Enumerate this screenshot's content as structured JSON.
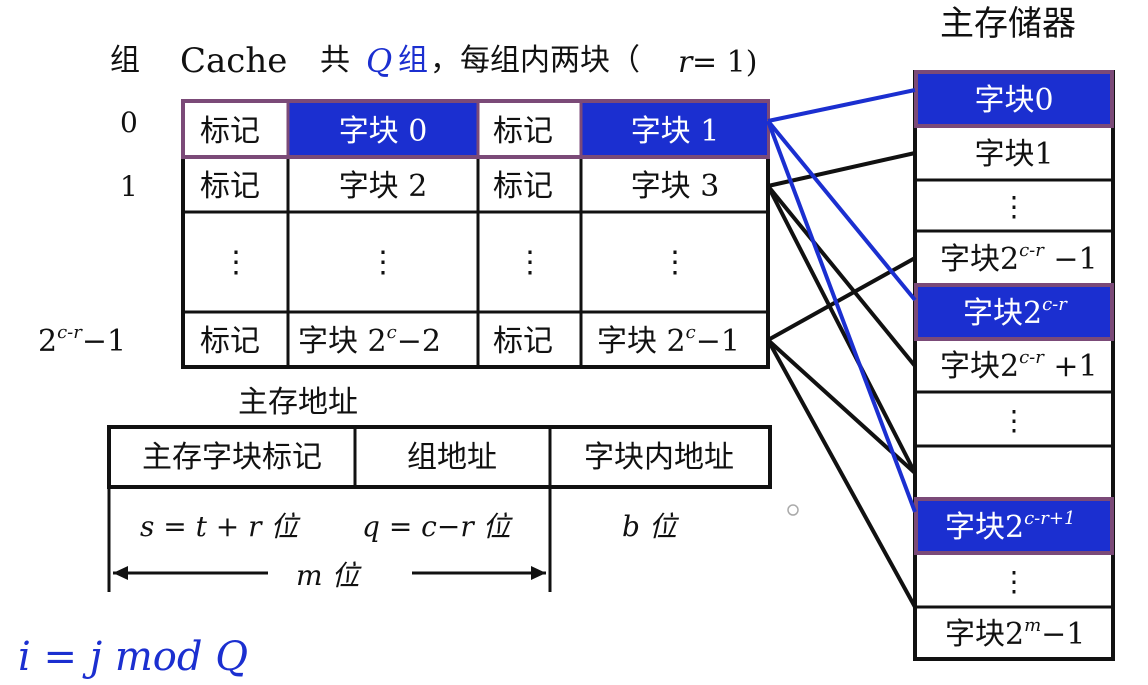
{
  "header": {
    "group_col_label": "组",
    "cache_label": "Cache",
    "desc_prefix": "共",
    "desc_q": "Q",
    "desc_group": "组",
    "desc_suffix": "，每组内两块（",
    "desc_r": "r",
    "desc_eq": " = 1)"
  },
  "memory_title": "主存储器",
  "cache_rows": [
    {
      "group": "0",
      "tag1": "标记",
      "block1": "字块 0",
      "tag2": "标记",
      "block2": "字块 1",
      "highlight": true
    },
    {
      "group": "1",
      "tag1": "标记",
      "block1": "字块 2",
      "tag2": "标记",
      "block2": "字块 3",
      "highlight": false
    },
    {
      "group": "",
      "tag1": "⋮",
      "block1": "⋮",
      "tag2": "⋮",
      "block2": "⋮",
      "highlight": false
    },
    {
      "group_base": "2",
      "group_sup": "c-r",
      "group_tail": "−1",
      "tag1": "标记",
      "block1_base": "字块 2",
      "block1_sup": "c",
      "block1_tail": "−2",
      "tag2": "标记",
      "block2_base": "字块 2",
      "block2_sup": "c",
      "block2_tail": "−1",
      "highlight": false
    }
  ],
  "memory_blocks": [
    {
      "base": "字块0",
      "sup": "",
      "tail": "",
      "highlight": true
    },
    {
      "base": "字块1",
      "sup": "",
      "tail": "",
      "highlight": false
    },
    {
      "base": "⋮",
      "sup": "",
      "tail": "",
      "highlight": false
    },
    {
      "base": "字块2",
      "sup": "c-r",
      "tail": " −1",
      "highlight": false
    },
    {
      "base": "字块2",
      "sup": "c-r",
      "tail": "",
      "highlight": true
    },
    {
      "base": "字块2",
      "sup": "c-r",
      "tail": " +1",
      "highlight": false
    },
    {
      "base": "⋮",
      "sup": "",
      "tail": "",
      "highlight": false
    },
    {
      "base": "",
      "sup": "",
      "tail": "",
      "highlight": false
    },
    {
      "base": "字块2",
      "sup": "c-r+1",
      "tail": "",
      "highlight": true
    },
    {
      "base": "⋮",
      "sup": "",
      "tail": "",
      "highlight": false
    },
    {
      "base": "字块2",
      "sup": "m",
      "tail": "−1",
      "highlight": false
    }
  ],
  "address": {
    "title": "主存地址",
    "field1": "主存字块标记",
    "field2": "组地址",
    "field3": "字块内地址",
    "width1": "s = t + r  位",
    "width2": "q = c−r 位",
    "width3": "b 位",
    "total": "m 位"
  },
  "formula": "i = j mod Q",
  "colors": {
    "highlight": "#1b2fd0",
    "border_highlight": "#7b4a78",
    "line": "#111111"
  }
}
